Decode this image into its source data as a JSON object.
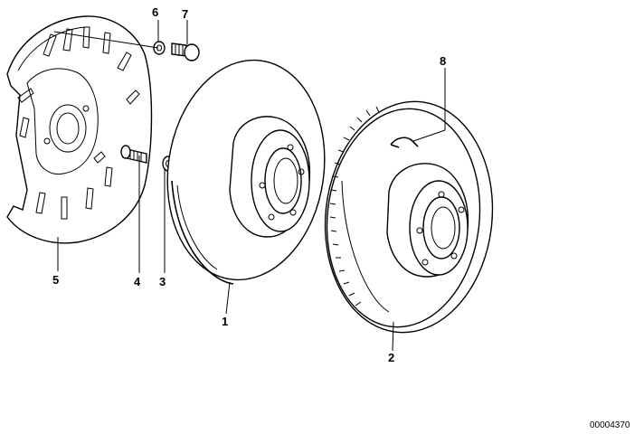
{
  "diagram": {
    "callouts": [
      {
        "id": "1",
        "label": "1"
      },
      {
        "id": "2",
        "label": "2"
      },
      {
        "id": "3",
        "label": "3"
      },
      {
        "id": "4",
        "label": "4"
      },
      {
        "id": "5",
        "label": "5"
      },
      {
        "id": "6",
        "label": "6"
      },
      {
        "id": "7",
        "label": "7"
      },
      {
        "id": "8",
        "label": "8"
      }
    ],
    "reference_number": "00004370"
  }
}
